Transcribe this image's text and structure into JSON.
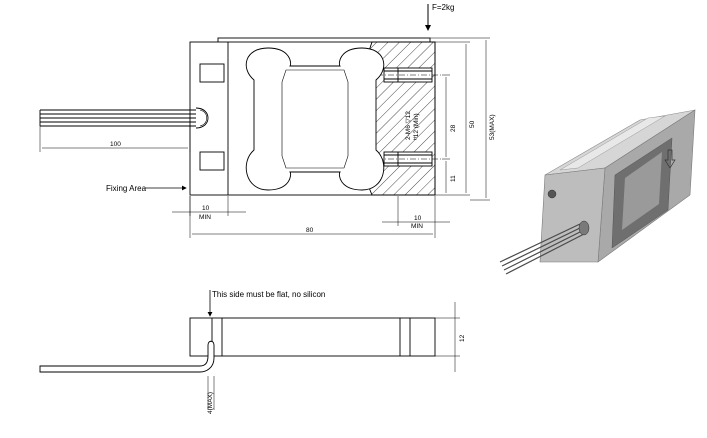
{
  "labels": {
    "force": "F=2kg",
    "fixing_area": "Fixing Area",
    "flat_note": "This side must be flat, no silicon",
    "thread_spec_1": "2-M6 ▽12",
    "thread_spec_2": "ᴴ12 (Min)"
  },
  "dimensions": {
    "cable_length": "100",
    "min_left_value": "10",
    "min_left_label": "MIN",
    "total_length": "80",
    "min_right_value": "10",
    "min_right_label": "MIN",
    "hole_spacing": "28",
    "hole_offset": "11",
    "height_50": "50",
    "height_max": "53(MAX)",
    "thickness": "12",
    "cable_max": "4(MAX)"
  },
  "colors": {
    "line": "#000000",
    "body_fill": "#ffffff",
    "photo_dark": "#6f6f6f",
    "photo_mid": "#a9a9a9",
    "photo_light": "#d6d6d6",
    "cable": "#4a4a4a"
  }
}
